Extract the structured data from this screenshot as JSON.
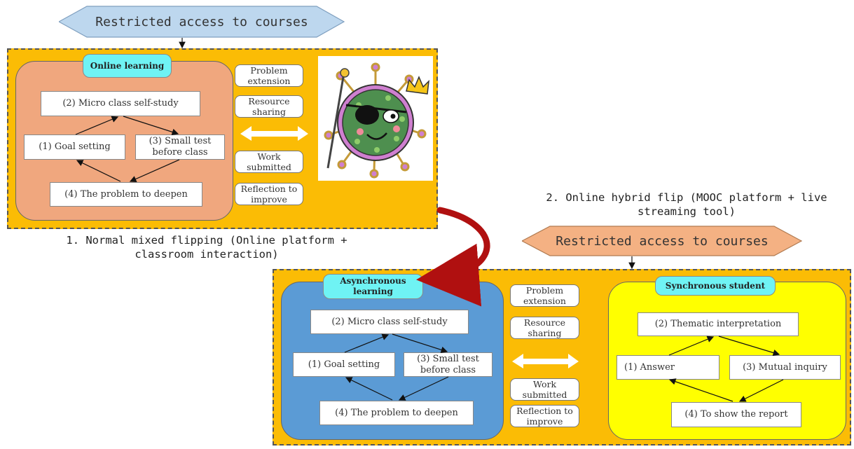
{
  "top": {
    "banner": "Restricted access to courses",
    "online_tag": "Online learning",
    "nodes": {
      "micro": "(2) Micro class self-study",
      "goal": "(1) Goal setting",
      "test": "(3) Small test before class",
      "deepen": "(4) The problem to deepen"
    },
    "pills": [
      "Problem extension",
      "Resource sharing",
      "Work submitted",
      "Reflection to improve"
    ],
    "caption": "1. Normal mixed flipping (Online platform + classroom interaction)"
  },
  "bottom": {
    "caption": "2. Online hybrid flip (MOOC platform + live streaming tool)",
    "banner": "Restricted access to courses",
    "async_tag": "Asynchronous learning",
    "async_nodes": {
      "micro": "(2) Micro class self-study",
      "goal": "(1) Goal setting",
      "test": "(3) Small test before class",
      "deepen": "(4) The problem to deepen"
    },
    "pills": [
      "Problem extension",
      "Resource sharing",
      "Work submitted",
      "Reflection to improve"
    ],
    "sync_tag": "Synchronous student",
    "sync_nodes": {
      "thematic": "(2) Thematic interpretation",
      "answer": "(1) Answer",
      "inquiry": "(3) Mutual inquiry",
      "report": "(4) To show the report"
    }
  },
  "colors": {
    "panel": "#fbbc05",
    "online_area": "#f0a77e",
    "async_area": "#5b9bd5",
    "sync_area": "#ffff00",
    "tag": "#6ff3f4",
    "top_banner": "#bdd7ee",
    "bottom_banner": "#f4b183",
    "virus_body": "#4e8f4f",
    "curved_arrow": "#b01010"
  },
  "icons": [
    "virus-illustration",
    "double-arrow-icon",
    "curved-arrow-icon"
  ]
}
